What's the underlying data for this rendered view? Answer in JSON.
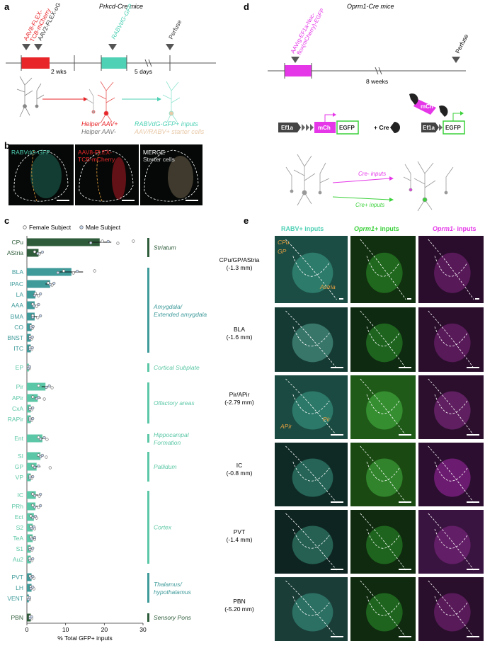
{
  "panels": {
    "a": {
      "letter": "a",
      "mouse_line": "Prkcd-Cre mice",
      "injection1_line1": "AAV8-FLEX-",
      "injection1_line2": "TCB-mCherry",
      "injection2": "AAV2-FLEX-oG",
      "injection3": "RABVdG-GFP",
      "perfuse": "Perfuse",
      "gap1": "2 wks",
      "gap2": "5 days",
      "helper_pos": "Helper AAV+",
      "helper_neg": "Helper AAV-",
      "rabv_inputs": "RABVdG-GFP+ inputs",
      "starter": "AAV/RABV+ starter cells"
    },
    "b": {
      "letter": "b",
      "img1_label": "RABVdG-GFP",
      "img2_line1": "AAV8-FLEX-",
      "img2_line2": "TCB-mCherry",
      "img3_line1": "MERGE",
      "img3_line2": "Starter cells"
    },
    "c": {
      "letter": "c",
      "legend_female": "Female Subject",
      "legend_male": "Male Subject"
    },
    "d": {
      "letter": "d",
      "mouse_line": "Oprm1-Cre mice",
      "injection_line1": "AAVrg-EF1a-Nuc-",
      "injection_line2": "flox(mCherry)-EGFP",
      "perfuse": "Perfuse",
      "gap": "8 weeks",
      "ef1a": "Ef1a",
      "mch": "mCh",
      "egfp": "EGFP",
      "plus_cre": "+ Cre",
      "cre_minus": "Cre- inputs",
      "cre_plus": "Cre+ inputs"
    },
    "e": {
      "letter": "e",
      "col_rabv": "RABV+ inputs",
      "col_oprm_pos_gene": "Oprm1",
      "col_oprm_pos_rest": "+ inputs",
      "col_oprm_neg_gene": "Oprm1",
      "col_oprm_neg_rest": "- inputs",
      "annot_cpu": "CPu",
      "annot_gp": "GP",
      "annot_astria": "Astria",
      "annot_apir": "APir",
      "annot_pir": "Pir",
      "rows": [
        {
          "region": "CPu/GP/AStria",
          "coord": "(-1.3 mm)"
        },
        {
          "region": "BLA",
          "coord": "(-1.6 mm)"
        },
        {
          "region": "Pir/APir",
          "coord": "(-2.79 mm)"
        },
        {
          "region": "IC",
          "coord": "(-0.8 mm)"
        },
        {
          "region": "PVT",
          "coord": "(-1.4 mm)"
        },
        {
          "region": "PBN",
          "coord": "(-5.20 mm)"
        }
      ]
    }
  },
  "colors": {
    "striatum": "#2e5c3a",
    "amygdala": "#3f9a9a",
    "cortical_subplate": "#5cc7a6",
    "olfactory": "#5cc7a6",
    "hippocampal": "#5cc7a6",
    "pallidum": "#5cc7a6",
    "cortex": "#5cc7a6",
    "thalamus": "#3f9a9a",
    "pons": "#2e5c3a",
    "red": "#e8262a",
    "teal": "#4fd1b5",
    "magenta": "#e536e8",
    "green": "#3bd13b"
  },
  "chart_data": {
    "type": "bar",
    "orientation": "horizontal",
    "xlabel": "% Total GFP+ inputs",
    "xlim": [
      0,
      30
    ],
    "xticks": [
      0,
      10,
      20,
      30
    ],
    "categories": [
      "CPu",
      "AStria",
      "BLA",
      "IPAC",
      "LA",
      "AAA",
      "BMA",
      "CO",
      "BNST",
      "ITC",
      "EP",
      "Pir",
      "APir",
      "CxA",
      "RAPir",
      "Ent",
      "SI",
      "GP",
      "VP",
      "IC",
      "PRh",
      "Ect",
      "S2",
      "TeA",
      "S1",
      "Au2",
      "PVT",
      "LH",
      "VENT",
      "PBN"
    ],
    "group_of": [
      "striatum",
      "striatum",
      "amygdala",
      "amygdala",
      "amygdala",
      "amygdala",
      "amygdala",
      "amygdala",
      "amygdala",
      "amygdala",
      "cortical_subplate",
      "olfactory",
      "olfactory",
      "olfactory",
      "olfactory",
      "hippocampal",
      "pallidum",
      "pallidum",
      "pallidum",
      "cortex",
      "cortex",
      "cortex",
      "cortex",
      "cortex",
      "cortex",
      "cortex",
      "thalamus",
      "thalamus",
      "thalamus",
      "pons"
    ],
    "values": [
      18.8,
      3.0,
      11.5,
      6.0,
      2.2,
      2.0,
      2.0,
      1.2,
      1.0,
      1.0,
      0.5,
      4.8,
      2.8,
      1.0,
      1.0,
      4.0,
      3.5,
      2.5,
      1.0,
      2.3,
      2.2,
      1.8,
      1.5,
      1.5,
      1.0,
      1.0,
      1.2,
      1.2,
      0.5,
      1.0
    ],
    "errors": [
      3.0,
      0.7,
      3.0,
      1.2,
      0.6,
      0.6,
      0.6,
      0.4,
      0.3,
      0.3,
      0.2,
      1.0,
      0.8,
      0.3,
      0.3,
      0.8,
      0.8,
      1.0,
      0.3,
      0.6,
      0.6,
      0.5,
      0.4,
      0.4,
      0.3,
      0.3,
      0.3,
      0.3,
      0.2,
      0.3
    ],
    "female_points": [
      [
        19.5,
        23.5,
        27.5
      ],
      [
        2.0,
        3.2
      ],
      [
        9.5,
        12.0,
        17.5
      ],
      [
        5.5,
        6.5
      ],
      [
        2.2,
        3.0
      ],
      [
        1.5,
        2.5
      ],
      [
        1.5,
        2.8
      ],
      [
        1.0,
        1.4
      ],
      [
        0.8,
        1.2
      ],
      [
        0.8,
        1.2
      ],
      [
        0.4,
        0.6
      ],
      [
        3.0,
        6.5
      ],
      [
        1.5,
        4.5
      ],
      [
        0.8,
        1.2
      ],
      [
        0.8,
        1.2
      ],
      [
        3.0,
        5.2
      ],
      [
        3.0,
        5.0
      ],
      [
        1.5,
        6.0
      ],
      [
        0.8,
        1.2
      ],
      [
        1.5,
        3.2
      ],
      [
        1.5,
        3.0
      ],
      [
        1.0,
        2.5
      ],
      [
        1.0,
        2.0
      ],
      [
        1.0,
        2.0
      ],
      [
        0.7,
        1.3
      ],
      [
        0.7,
        1.3
      ],
      [
        0.8,
        1.8
      ],
      [
        1.0,
        1.8
      ],
      [
        0.3,
        0.7
      ],
      [
        0.8,
        1.2
      ]
    ],
    "male_points": [
      [
        16.5,
        21.0
      ],
      [
        2.8,
        4.0
      ],
      [
        8.0,
        13.0
      ],
      [
        6.0,
        7.0
      ],
      [
        2.0,
        3.5
      ],
      [
        1.8,
        3.0
      ],
      [
        1.5,
        3.5
      ],
      [
        1.0,
        1.6
      ],
      [
        0.8,
        1.4
      ],
      [
        0.8,
        1.4
      ],
      [
        0.4,
        0.7
      ],
      [
        5.0,
        5.8
      ],
      [
        2.5,
        3.0
      ],
      [
        0.8,
        1.5
      ],
      [
        0.8,
        1.5
      ],
      [
        3.5,
        4.5
      ],
      [
        3.5,
        4.0
      ],
      [
        2.0,
        3.0
      ],
      [
        0.8,
        1.5
      ],
      [
        2.0,
        3.5
      ],
      [
        2.0,
        3.5
      ],
      [
        1.5,
        2.2
      ],
      [
        1.2,
        1.8
      ],
      [
        1.2,
        2.0
      ],
      [
        0.8,
        1.5
      ],
      [
        0.8,
        1.5
      ],
      [
        1.0,
        1.5
      ],
      [
        1.0,
        1.5
      ],
      [
        0.4,
        0.7
      ],
      [
        0.8,
        1.2
      ]
    ],
    "groups": [
      {
        "key": "striatum",
        "label": "Striatum"
      },
      {
        "key": "amygdala",
        "label": "Amygdala/",
        "label2": "Extended amygdala"
      },
      {
        "key": "cortical_subplate",
        "label": "Cortical Subplate"
      },
      {
        "key": "olfactory",
        "label": "Olfactory areas"
      },
      {
        "key": "hippocampal",
        "label": "Hippocampal",
        "label2": "Formation"
      },
      {
        "key": "pallidum",
        "label": "Pallidum"
      },
      {
        "key": "cortex",
        "label": "Cortex"
      },
      {
        "key": "thalamus",
        "label": "Thalamus/",
        "label2": "hypothalamus"
      },
      {
        "key": "pons",
        "label": "Sensory Pons"
      }
    ]
  }
}
